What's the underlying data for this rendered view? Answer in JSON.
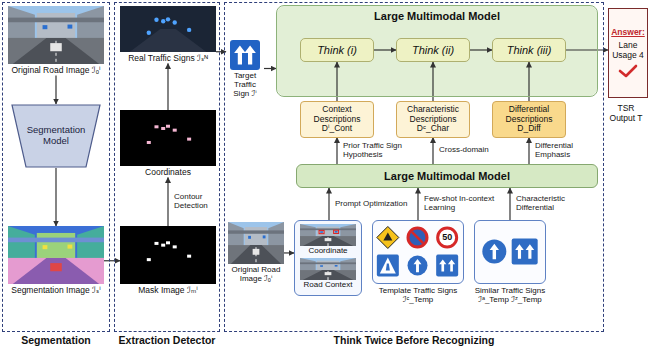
{
  "diagram": {
    "nodes": [
      {
        "text": [
          "Segmentation"
        ]
      },
      {
        "text": [
          "Original Road Image ℐₒⁱ"
        ],
        "in": 0
      },
      {
        "text": [
          "Segmentation Model"
        ],
        "in": 0
      },
      {
        "text": [
          "Segmentation Image ℐₛⁱ"
        ],
        "in": 0
      },
      {
        "text": [
          "Extraction Detector"
        ]
      },
      {
        "text": [
          "Real Traffic Signs ℐₛᴺ"
        ],
        "in": 4
      },
      {
        "text": [
          "Coordinates"
        ],
        "in": 4
      },
      {
        "text": [
          "Mask Image ℐₘⁱ"
        ],
        "in": 4
      },
      {
        "text": [
          "Think Twice Before Recognizing"
        ]
      },
      {
        "text": [
          "Target Traffic Sign ℐⁱ"
        ],
        "in": 8
      },
      {
        "text": [
          "Large Multimodal Model"
        ],
        "in": 8
      },
      {
        "text": [
          "Think (i)"
        ],
        "in": 10
      },
      {
        "text": [
          "Think (ii)"
        ],
        "in": 10
      },
      {
        "text": [
          "Think (iii)"
        ],
        "in": 10
      },
      {
        "text": [
          "Context Descriptions Dⁱ_Cont"
        ],
        "in": 8
      },
      {
        "text": [
          "Characteristic Descriptions Dᶜ_Char"
        ],
        "in": 8
      },
      {
        "text": [
          "Differential Descriptions D_Diff"
        ],
        "in": 8
      },
      {
        "text": [
          "Large Multimodal Model"
        ],
        "in": 8
      },
      {
        "text": [
          "Original Road Image ℐₒⁱ"
        ],
        "in": 8
      },
      {
        "text": [
          "Coordinate",
          "Road Context"
        ],
        "in": 8
      },
      {
        "text": [
          "Template Traffic Signs ℐᶜ_Temp"
        ],
        "in": 8
      },
      {
        "text": [
          "Similar Traffic Signs ℐᵃ_Temp ℐᶻ_Temp"
        ],
        "in": 8
      },
      {
        "text": [
          "Answer:",
          "Lane Usage 4"
        ]
      }
    ],
    "edges": [
      {
        "from": 1,
        "to": 2,
        "arrow": "to"
      },
      {
        "from": 2,
        "to": 3,
        "arrow": "to"
      },
      {
        "from": 3,
        "to": 7,
        "arrow": "to"
      },
      {
        "from": 7,
        "to": 6,
        "label": "Contour Detection",
        "arrow": "to"
      },
      {
        "from": 6,
        "to": 5,
        "arrow": "to"
      },
      {
        "from": 5,
        "to": 9,
        "arrow": "to"
      },
      {
        "from": 9,
        "to": 10,
        "arrow": "to"
      },
      {
        "from": 11,
        "to": 12,
        "arrow": "to"
      },
      {
        "from": 12,
        "to": 13,
        "arrow": "to"
      },
      {
        "from": 13,
        "to": 22,
        "arrow": "to"
      },
      {
        "from": 14,
        "to": 11,
        "arrow": "to"
      },
      {
        "from": 15,
        "to": 12,
        "arrow": "to"
      },
      {
        "from": 16,
        "to": 13,
        "arrow": "to"
      },
      {
        "from": 17,
        "to": 14,
        "label": "Prior Traffic Sign Hypothesis",
        "arrow": "to"
      },
      {
        "from": 17,
        "to": 15,
        "label": "Cross-domain",
        "arrow": "to"
      },
      {
        "from": 17,
        "to": 16,
        "label": "Differential Emphasis",
        "arrow": "to"
      },
      {
        "from": 18,
        "to": 19,
        "arrow": "to"
      },
      {
        "from": 19,
        "to": 17,
        "label": "Prompt Optimization",
        "arrow": "to"
      },
      {
        "from": 20,
        "to": 17,
        "label": "Few-shot In-context Learning",
        "arrow": "to"
      },
      {
        "from": 21,
        "to": 17,
        "label": "Characteristic Differential",
        "arrow": "to"
      }
    ],
    "labels": [
      "50",
      "TSR Output T"
    ]
  }
}
